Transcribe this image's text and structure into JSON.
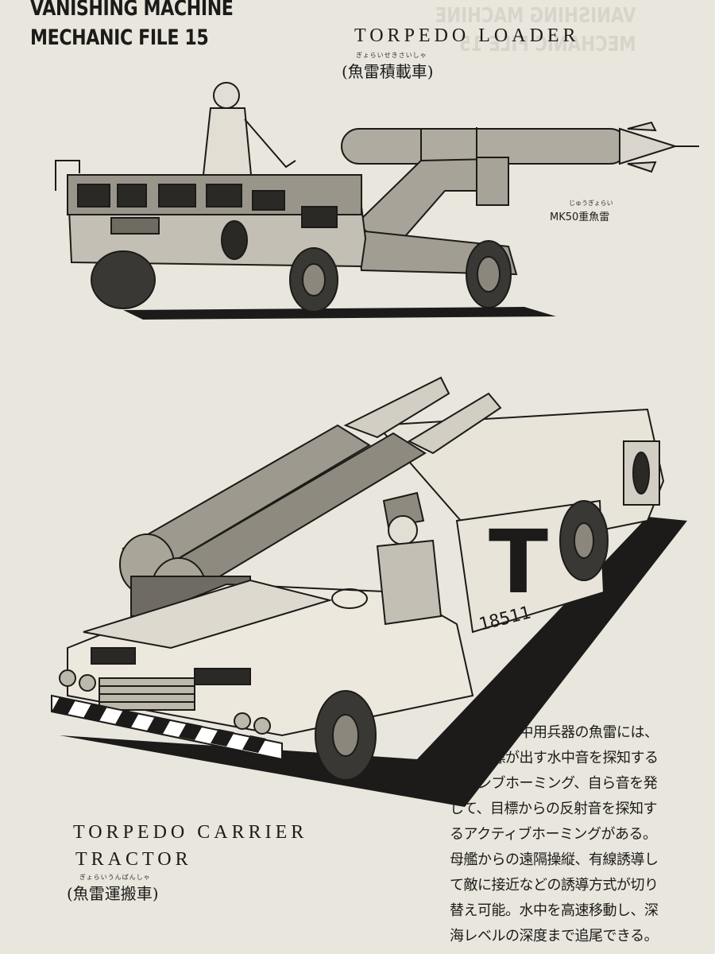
{
  "header": {
    "line1": "VANISHING MACHINE",
    "line2": "MECHANIC FILE 15"
  },
  "loader": {
    "title_en": "TORPEDO LOADER",
    "title_jp": "(魚雷積載車)",
    "reading": "ぎょらいせきさいしゃ",
    "torpedo_label": "MK50重魚雷",
    "torpedo_reading": "じゅうぎょらい"
  },
  "carrier": {
    "title_en_line1": "TORPEDO CARRIER",
    "title_en_line2": "TRACTOR",
    "title_jp": "(魚雷運搬車)",
    "reading": "ぎょらいうんぱんしゃ",
    "side_letter": "T",
    "side_number": "18511"
  },
  "description": {
    "lines": [
      "代表的な水中用兵器の魚雷には、",
      "主に目標が出す水中音を探知する",
      "パッシブホーミング、自ら音を発",
      "して、目標からの反射音を探知す",
      "るアクティブホーミングがある。",
      "母艦からの遠隔操縦、有線誘導し",
      "て敵に接近などの誘導方式が切り",
      "替え可能。水中を高速移動し、深",
      "海レベルの深度まで追尾できる。"
    ]
  }
}
